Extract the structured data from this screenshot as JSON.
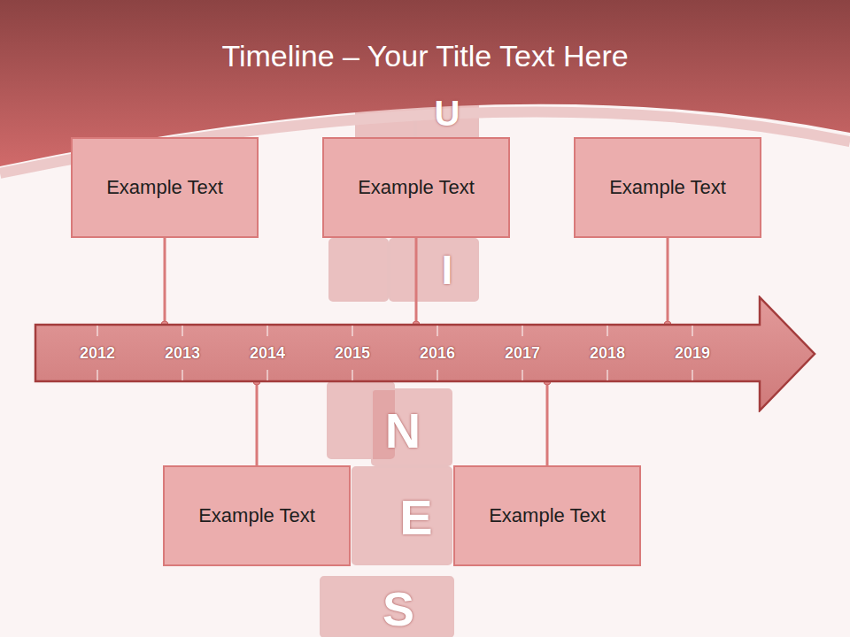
{
  "diagram": {
    "title": "Timeline – Your Title Text Here",
    "nodes": [
      {
        "text": [
          "Example Text"
        ]
      },
      {
        "text": [
          "Example Text"
        ]
      },
      {
        "text": [
          "Example Text"
        ]
      },
      {
        "text": [
          "2012",
          "2013",
          "2014",
          "2015",
          "2016",
          "2017",
          "2018",
          "2019"
        ]
      },
      {
        "text": [
          "Example Text"
        ]
      },
      {
        "text": [
          "Example Text"
        ]
      }
    ],
    "edges": [
      {
        "from": 0,
        "to": 3,
        "arrow": "none"
      },
      {
        "from": 1,
        "to": 3,
        "arrow": "none"
      },
      {
        "from": 2,
        "to": 3,
        "arrow": "none"
      },
      {
        "from": 4,
        "to": 3,
        "arrow": "none"
      },
      {
        "from": 5,
        "to": 3,
        "arrow": "none"
      }
    ],
    "labels": [
      "U",
      "I",
      "N",
      "E",
      "S"
    ]
  }
}
